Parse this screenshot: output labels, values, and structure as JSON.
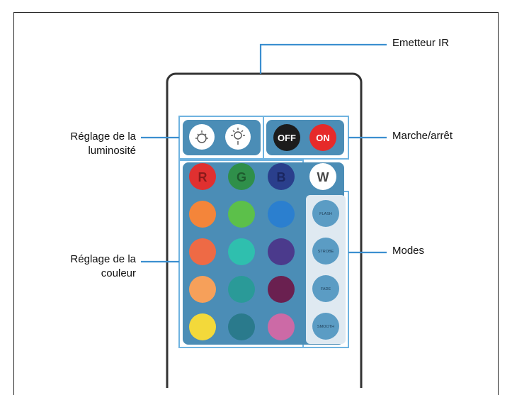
{
  "labels": {
    "ir_emitter": "Emetteur IR",
    "power": "Marche/arrêt",
    "brightness_line1": "Réglage de la",
    "brightness_line2": "luminosité",
    "color_line1": "Réglage de la",
    "color_line2": "couleur",
    "modes": "Modes"
  },
  "buttons": {
    "off": "OFF",
    "on": "ON",
    "red": "R",
    "green": "G",
    "blue": "B",
    "white": "W"
  },
  "mode_buttons": [
    "FLASH",
    "STROBE",
    "FADE",
    "SMOOTH"
  ],
  "colors": {
    "accent_line": "#3b8fd0",
    "group_border": "#6fb3e0",
    "panel_fill": "#4b8db6",
    "color_grid": [
      "#f4853a",
      "#5cc04a",
      "#2b7fcf",
      "#ee6a45",
      "#2fbfae",
      "#4b3a8c",
      "#f6a05a",
      "#2a9a98",
      "#6a2050",
      "#f3d93a",
      "#2a7a8c",
      "#cc6aa6"
    ],
    "mode_button_fill": "#5b9cc4",
    "off_fill": "#1c1c1c",
    "on_fill": "#e62a2a",
    "red_fill": "#e03030",
    "green_fill": "#2f8f4a",
    "blue_fill": "#2a3f8c",
    "white_fill": "#ffffff"
  }
}
